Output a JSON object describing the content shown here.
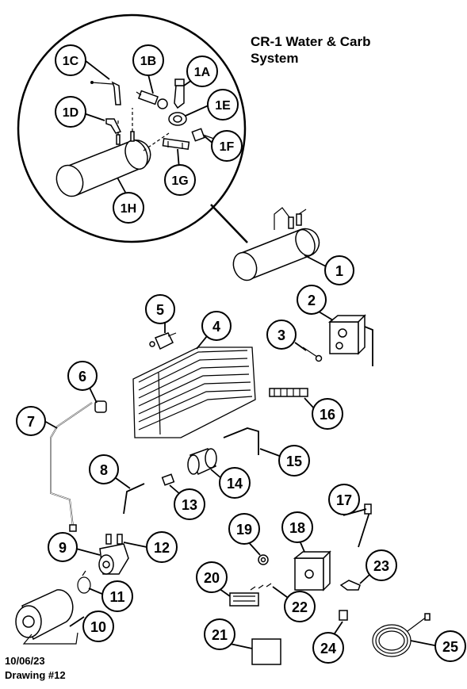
{
  "title": {
    "line1": "CR-1 Water & Carb",
    "line2": "System"
  },
  "footer": {
    "date": "10/06/23",
    "drawing": "Drawing #12"
  },
  "callouts": {
    "c1": "1",
    "c1a": "1A",
    "c1b": "1B",
    "c1c": "1C",
    "c1d": "1D",
    "c1e": "1E",
    "c1f": "1F",
    "c1g": "1G",
    "c1h": "1H",
    "c2": "2",
    "c3": "3",
    "c4": "4",
    "c5": "5",
    "c6": "6",
    "c7": "7",
    "c8": "8",
    "c9": "9",
    "c10": "10",
    "c11": "11",
    "c12": "12",
    "c13": "13",
    "c14": "14",
    "c15": "15",
    "c16": "16",
    "c17": "17",
    "c18": "18",
    "c19": "19",
    "c20": "20",
    "c21": "21",
    "c22": "22",
    "c23": "23",
    "c24": "24",
    "c25": "25"
  }
}
